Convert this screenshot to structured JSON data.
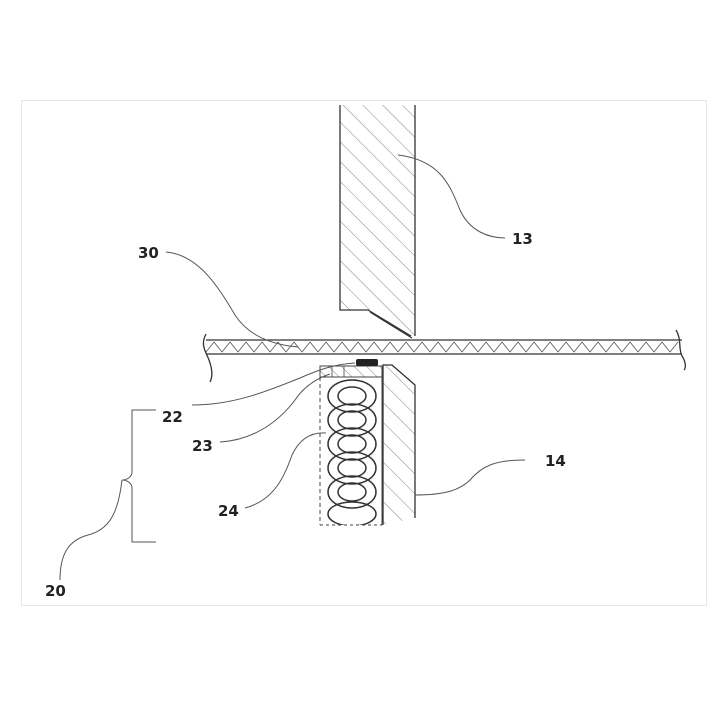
{
  "labels": {
    "blade_upper": "13",
    "sheet": "30",
    "assembly_22": "22",
    "assembly_23": "23",
    "spring": "24",
    "blade_lower": "14",
    "group": "20"
  },
  "colors": {
    "line": "#333333",
    "background": "#ffffff"
  }
}
